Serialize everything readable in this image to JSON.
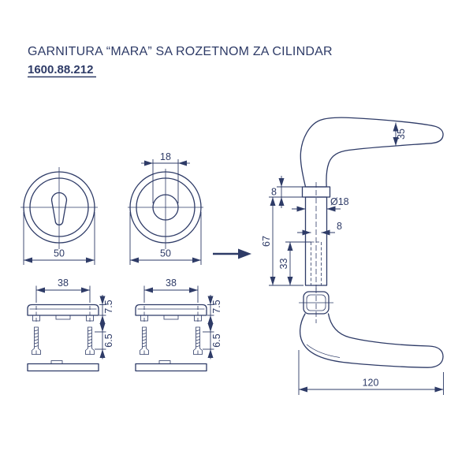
{
  "title": "GARNITURA “MARA” SA ROZETNOM ZA CILINDAR",
  "article_number": "1600.88.212",
  "colors": {
    "ink": "#2e3b67",
    "background": "#ffffff"
  },
  "symbols": {
    "assembly_arrow": "right-arrow"
  },
  "views": {
    "rosette_front_cylinder": {
      "width_mm": "50"
    },
    "rosette_front_hole": {
      "hole_mm": "18",
      "width_mm": "50"
    },
    "handle_side": {
      "grip_height_mm": "35",
      "rose_thickness_mm": "8",
      "stem_diameter": "Ø18",
      "spindle_mm": "8",
      "stem_length_mm": "67",
      "spindle_depth_mm": "33"
    },
    "handle_top": {
      "length_mm": "120"
    },
    "rosette_side_left": {
      "hole_spacing_mm": "38",
      "thickness_mm": "7.5",
      "screw_mm": "6.5"
    },
    "rosette_side_right": {
      "hole_spacing_mm": "38",
      "thickness_mm": "7.5",
      "screw_mm": "6.5"
    }
  }
}
